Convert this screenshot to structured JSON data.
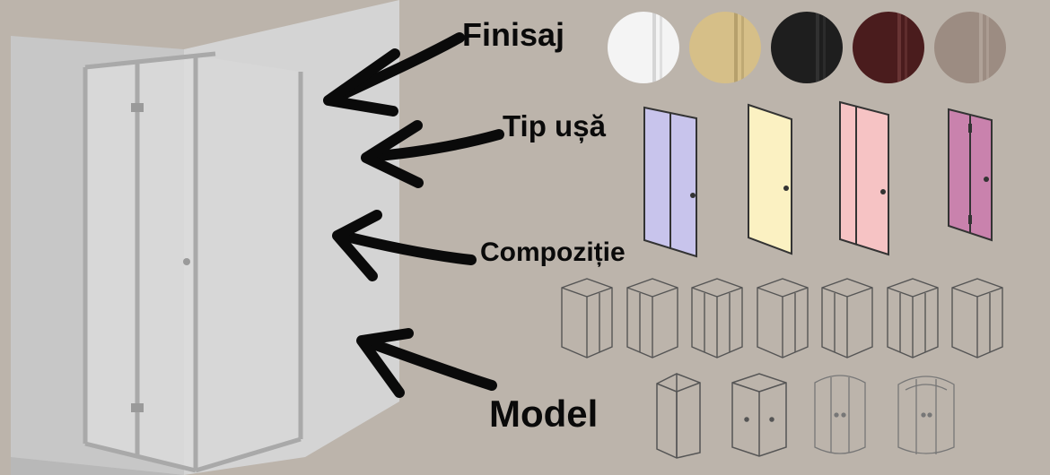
{
  "labels": {
    "finish": "Finisaj",
    "door_type": "Tip ușă",
    "composition": "Compoziție",
    "model": "Model"
  },
  "finish_swatches": [
    {
      "name": "white",
      "color": "#f4f4f4",
      "bar": "#9a9a9a"
    },
    {
      "name": "gold",
      "color": "#d6bf88",
      "bar": "#7a6638"
    },
    {
      "name": "black",
      "color": "#1e1e1e",
      "bar": "#555555"
    },
    {
      "name": "burgundy",
      "color": "#4a1c1d",
      "bar": "#a06060"
    },
    {
      "name": "taupe",
      "color": "#9c8c82",
      "bar": "#d8ccc4"
    }
  ],
  "door_types": [
    {
      "name": "sliding-door",
      "color": "#c8c4ec"
    },
    {
      "name": "hinged-door",
      "color": "#fbf1c2"
    },
    {
      "name": "pivot-door-with-fixed-panel",
      "color": "#f6c3c4"
    },
    {
      "name": "bifold-door",
      "color": "#c982ad"
    }
  ],
  "compositions": [
    "composition-1",
    "composition-2",
    "composition-3",
    "composition-4",
    "composition-5",
    "composition-6",
    "composition-7"
  ],
  "models": [
    "pentagonal",
    "square",
    "quadrant",
    "quadrant-double"
  ],
  "colors": {
    "background": "#bcb4ab",
    "wall": "#cfcfcf",
    "glass": "#dcdcdc",
    "frame": "#b5b5b5",
    "arrow": "#0a0a0a"
  }
}
